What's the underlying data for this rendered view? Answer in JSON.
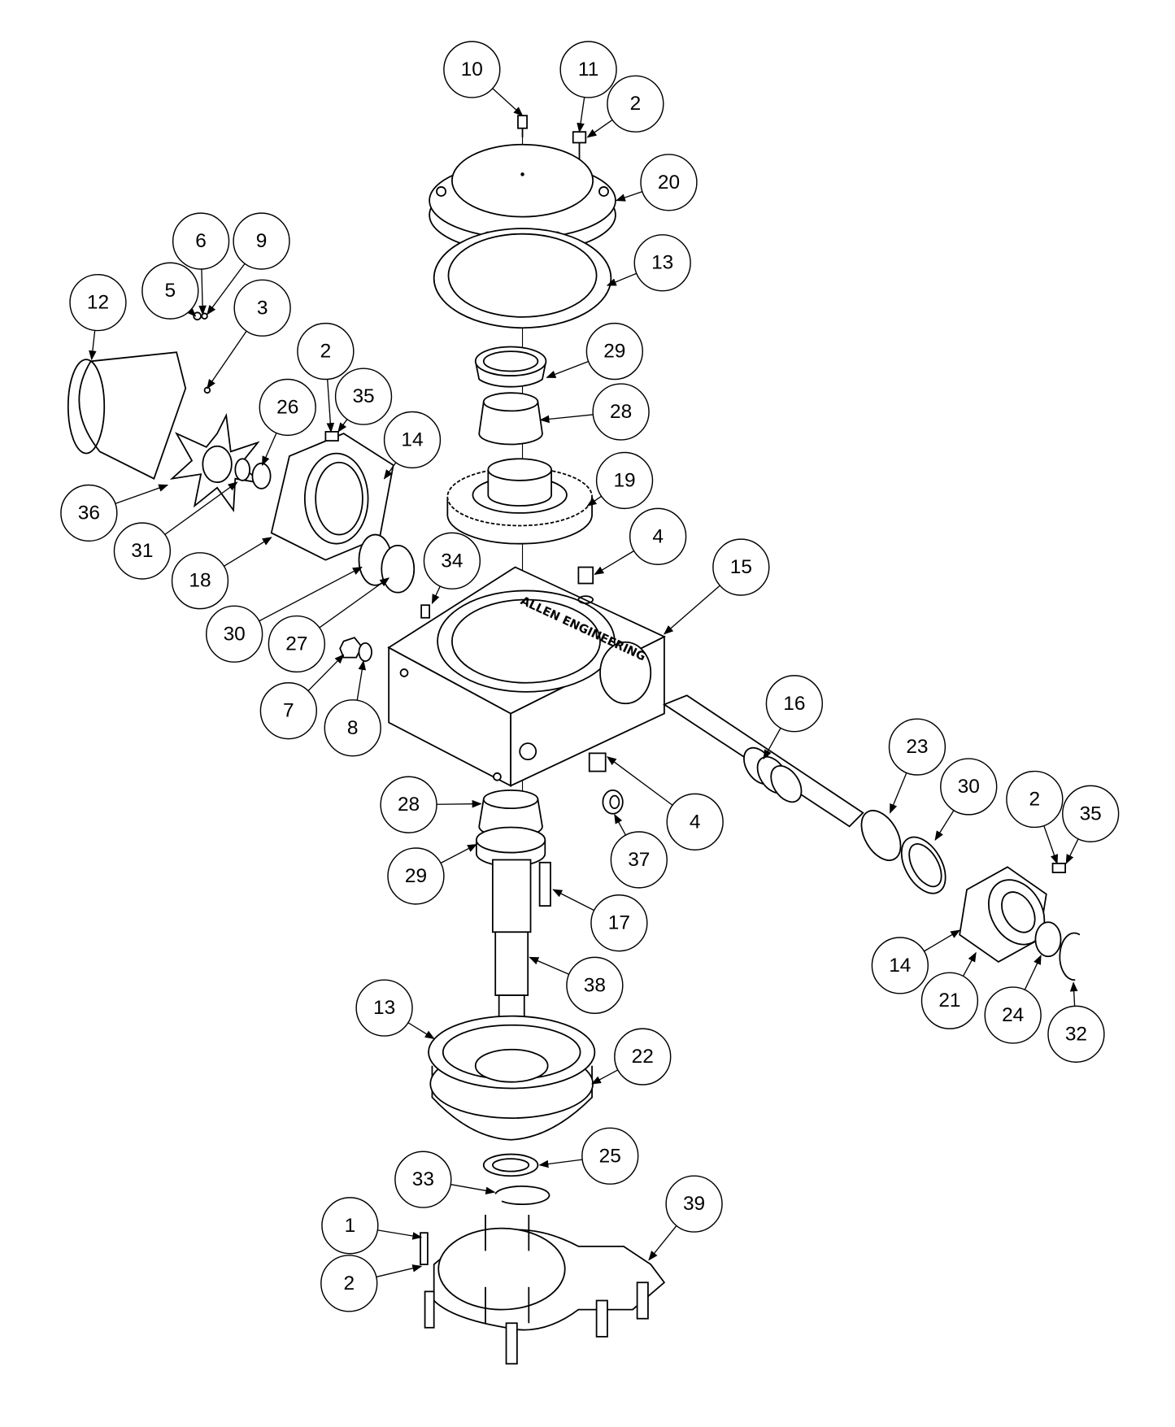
{
  "diagram": {
    "type": "exploded-parts-assembly",
    "housing_logo": "ALLEN ENGINEERING",
    "balloons": [
      "10",
      "11",
      "2",
      "20",
      "13",
      "12",
      "5",
      "6",
      "9",
      "3",
      "2",
      "35",
      "26",
      "14",
      "29",
      "28",
      "19",
      "36",
      "31",
      "18",
      "30",
      "27",
      "34",
      "4",
      "15",
      "7",
      "8",
      "16",
      "23",
      "30",
      "2",
      "35",
      "28",
      "29",
      "4",
      "37",
      "17",
      "38",
      "14",
      "21",
      "24",
      "32",
      "13",
      "22",
      "25",
      "33",
      "39",
      "1",
      "2"
    ]
  }
}
